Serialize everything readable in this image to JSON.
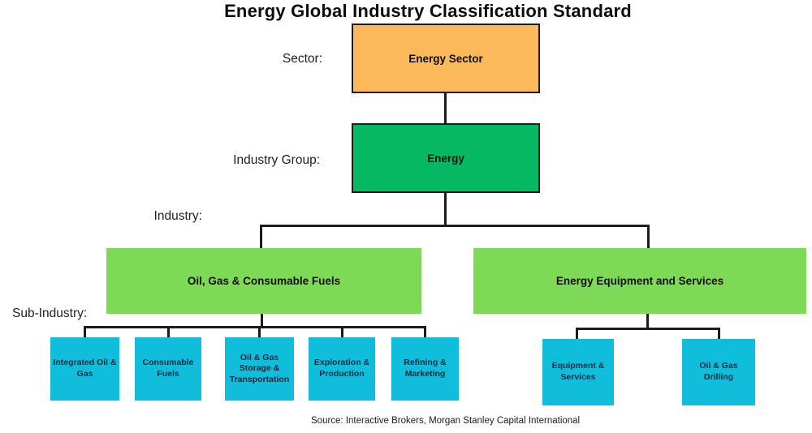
{
  "title": "Energy Global Industry Classification Standard",
  "levels": {
    "sector": "Sector:",
    "industry_group": "Industry Group:",
    "industry": "Industry:",
    "sub_industry": "Sub-Industry:"
  },
  "nodes": {
    "sector": "Energy Sector",
    "industry_group": "Energy",
    "industries": [
      "Oil, Gas & Consumable Fuels",
      "Energy Equipment and Services"
    ],
    "sub_industries_left": [
      "Integrated Oil & Gas",
      "Consumable Fuels",
      "Oil & Gas Storage & Transportation",
      "Exploration & Production",
      "Refining & Marketing"
    ],
    "sub_industries_right": [
      "Equipment & Services",
      "Oil & Gas Drilling"
    ]
  },
  "colors": {
    "sector": "#FBB95C",
    "industry_group": "#06B862",
    "industry": "#7ED957",
    "sub_industry": "#10BEDC",
    "line": "#1c1c1c"
  },
  "source": "Source: Interactive Brokers, Morgan Stanley Capital International"
}
